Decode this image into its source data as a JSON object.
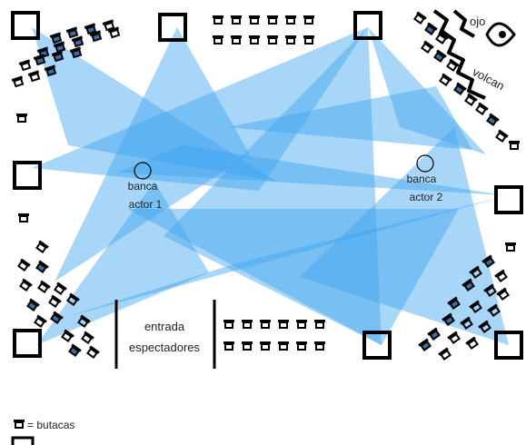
{
  "labels": {
    "bench1_line1": "banca",
    "bench1_line2": "actor 1",
    "bench2_line1": "banca",
    "bench2_line2": "actor 2",
    "entrance_line1": "entrada",
    "entrance_line2": "espectadores",
    "eye": "ojo",
    "volcano": "volcan"
  },
  "legend": {
    "seats_label": "= butacas"
  },
  "colors": {
    "light_beam": "#3ea3f0",
    "outline": "#000000",
    "seat_in_light": "#3a6fa8"
  },
  "icons": {
    "seat": "theater-seat-icon",
    "post": "square-post-icon",
    "eye": "eye-icon",
    "volcano": "zigzag-volcano-icon"
  }
}
